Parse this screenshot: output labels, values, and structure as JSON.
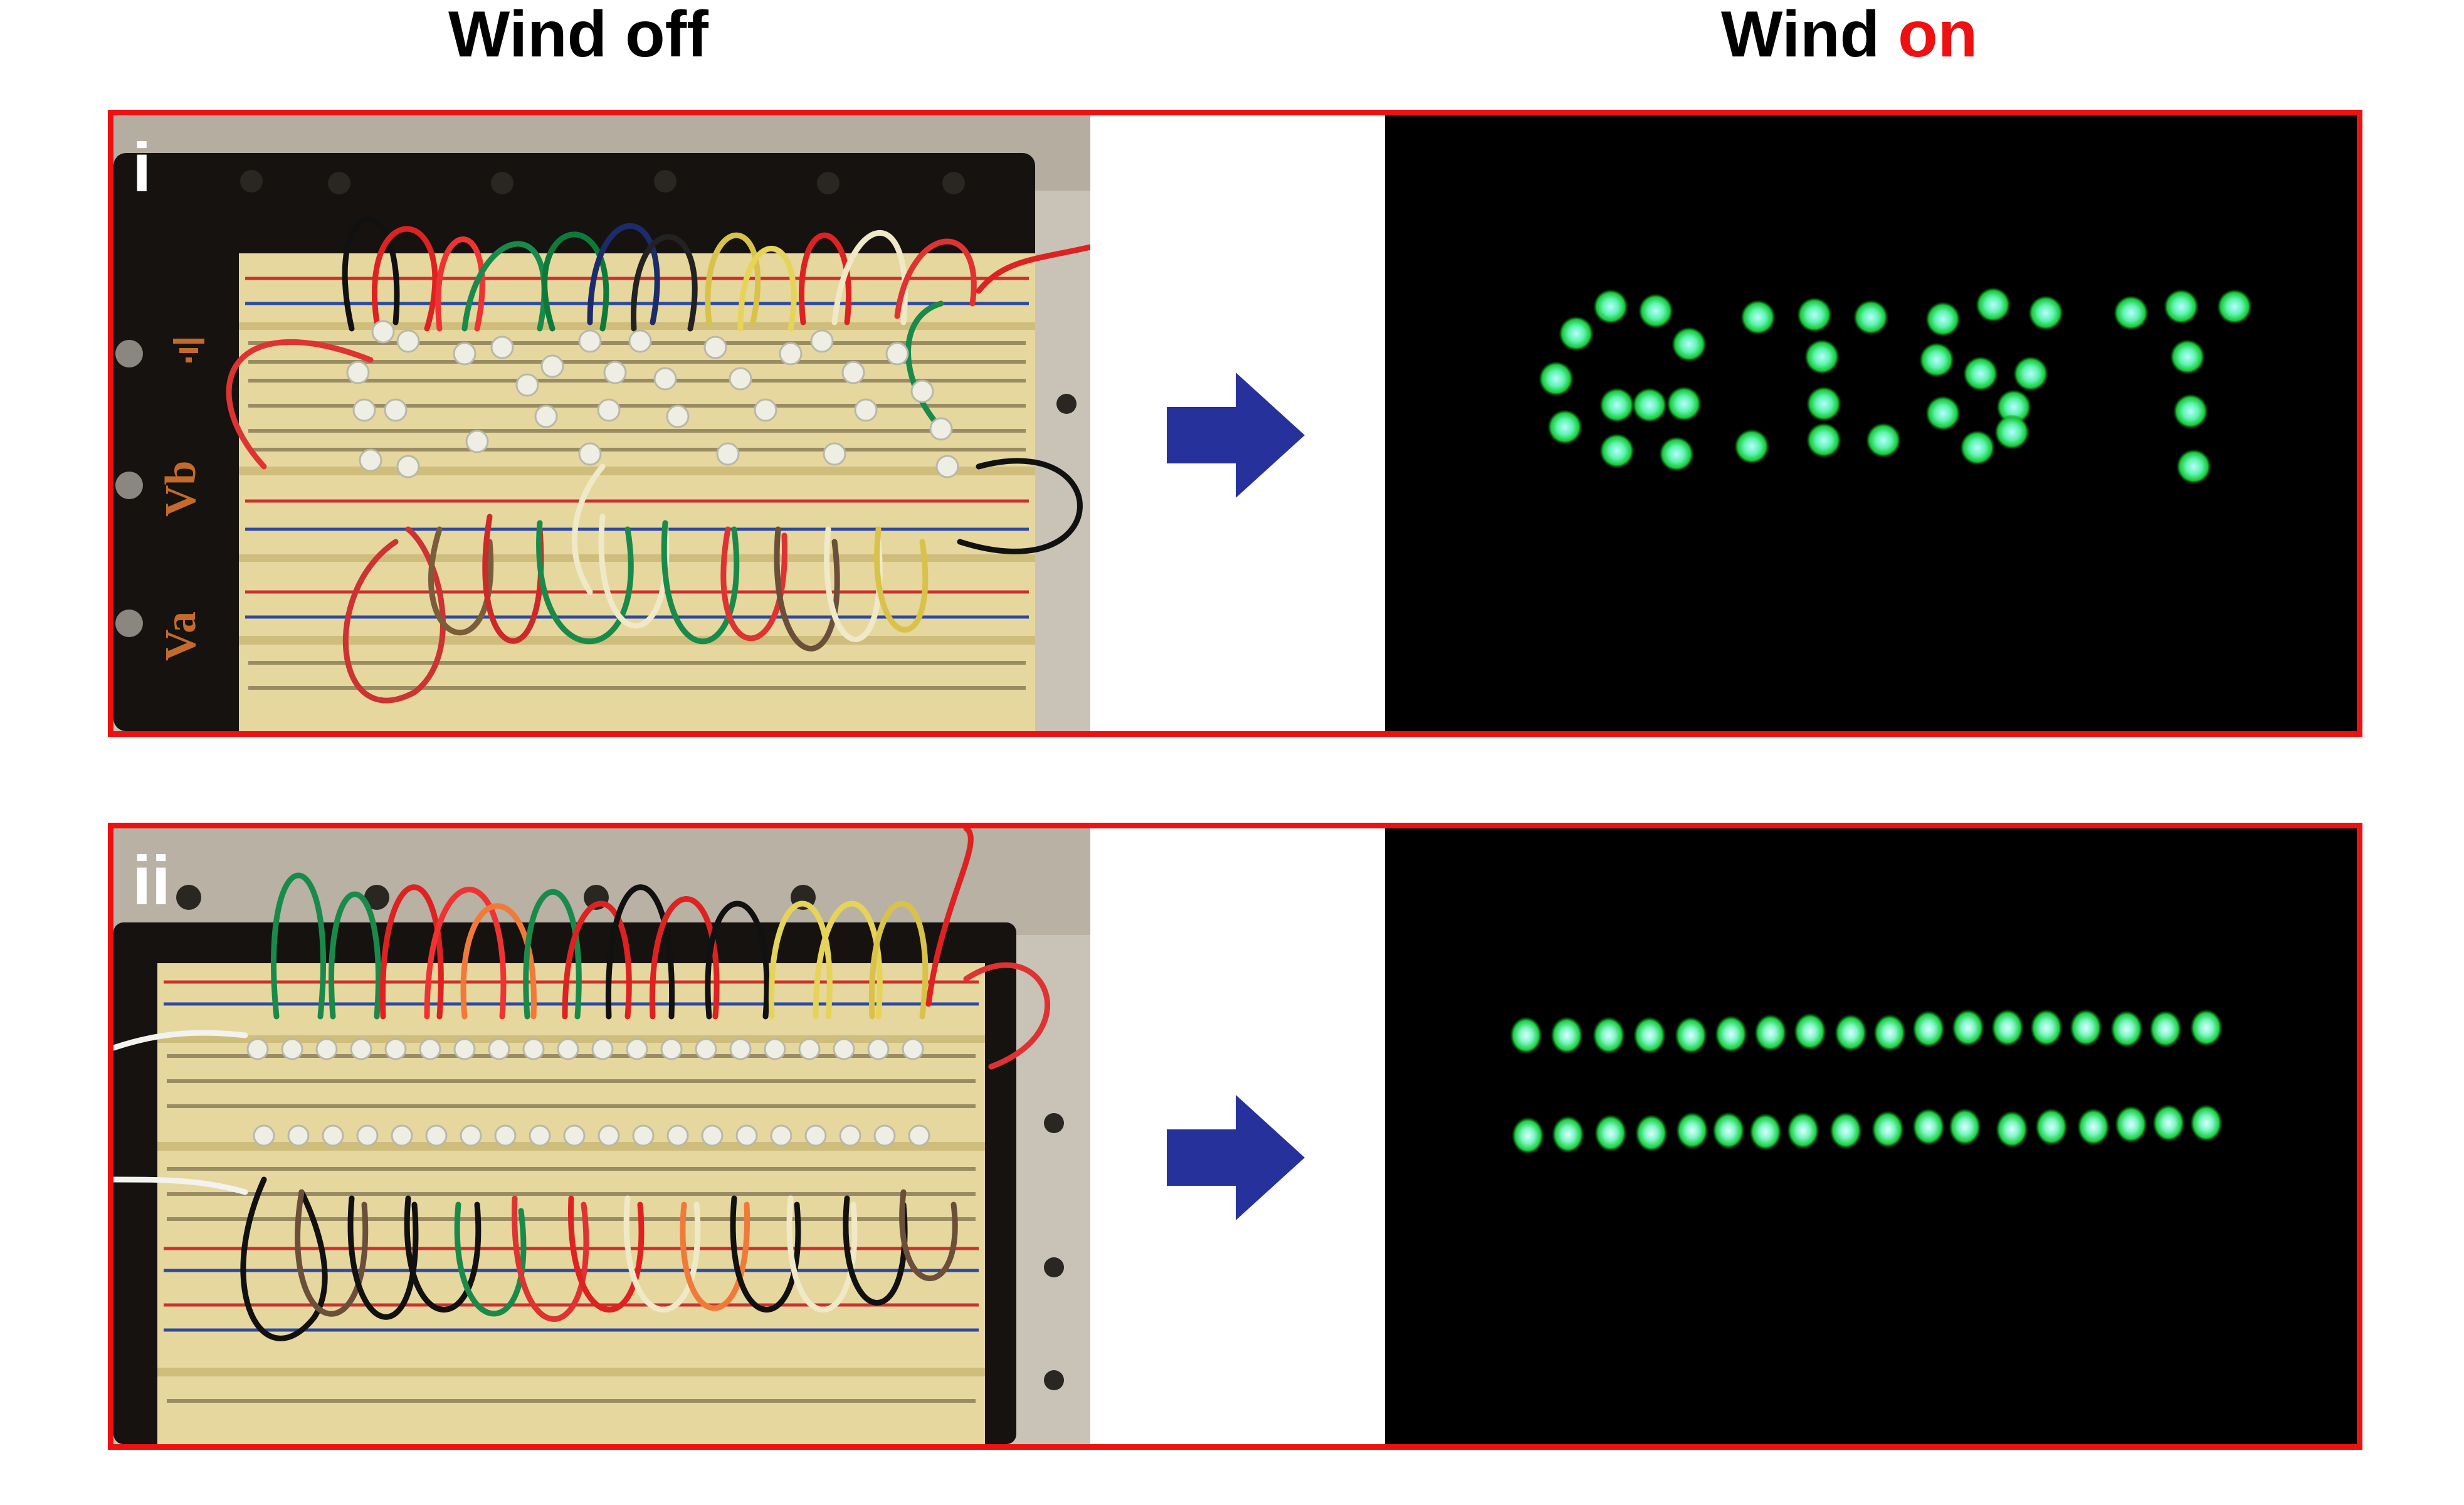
{
  "headers": {
    "left": "Wind off",
    "right_prefix": "Wind ",
    "right_accent": "on"
  },
  "colors": {
    "frame": "#ee1111",
    "accent": "#ee1111",
    "arrow": "#27319c",
    "led_glow": "#22d84a",
    "led_core": "#9ff7ff",
    "board": "#e9dba2",
    "background_photo": "#cfc9bd"
  },
  "panels": [
    {
      "label": "i",
      "left_photo": "Breadboard with LED array and jumper wires (lights off)",
      "arrow_icon": "right-arrow-icon",
      "right_photo": "Green LEDs glowing in the dark spelling a word"
    },
    {
      "label": "ii",
      "left_photo": "Breadboard with two rows of LEDs and jumper wires (lights off)",
      "arrow_icon": "right-arrow-icon",
      "right_photo": "Two rows of green LEDs glowing in the dark"
    }
  ],
  "breadboard_markings": [
    "Vb",
    "Va"
  ]
}
